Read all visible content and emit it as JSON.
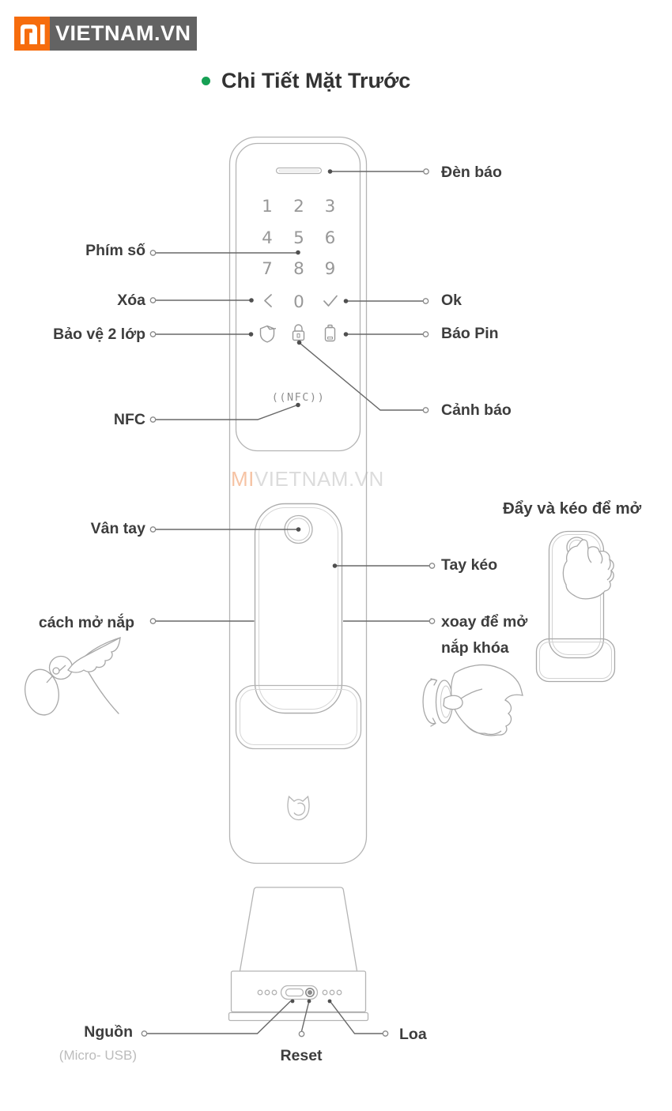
{
  "logo": {
    "site": "VIETNAM.VN"
  },
  "title": {
    "text": "Chi Tiết Mặt Trước"
  },
  "watermark": {
    "mi": "MI",
    "rest": "VIETNAM.VN"
  },
  "keypad": {
    "digits": [
      "1",
      "2",
      "3",
      "4",
      "5",
      "6",
      "7",
      "8",
      "9"
    ],
    "zero": "0",
    "nfc": "((NFC))"
  },
  "labels": {
    "den_bao": "Đèn báo",
    "phim_so": "Phím số",
    "xoa": "Xóa",
    "ok": "Ok",
    "bao_ve": "Bảo vệ 2 lớp",
    "bao_pin": "Báo Pin",
    "nfc": "NFC",
    "canh_bao": "Cảnh báo",
    "van_tay": "Vân tay",
    "tay_keo": "Tay kéo",
    "cach_mo_nap": "cách mở nắp",
    "xoay_line1": "xoay để mở",
    "xoay_line2": "nắp khóa",
    "day_va_keo": "Đẩy và kéo để mở",
    "nguon": "Nguồn",
    "micro_usb": "(Micro- USB)",
    "reset": "Reset",
    "loa": "Loa"
  },
  "colors": {
    "accent_green": "#16a054",
    "logo_orange": "#f66c0d",
    "logo_gray": "#636363",
    "watermark_orange": "#f6c3a4",
    "watermark_gray": "#dcdcdc",
    "outline_gray": "#b4b4b4",
    "label_dark": "#3d3d3d"
  }
}
